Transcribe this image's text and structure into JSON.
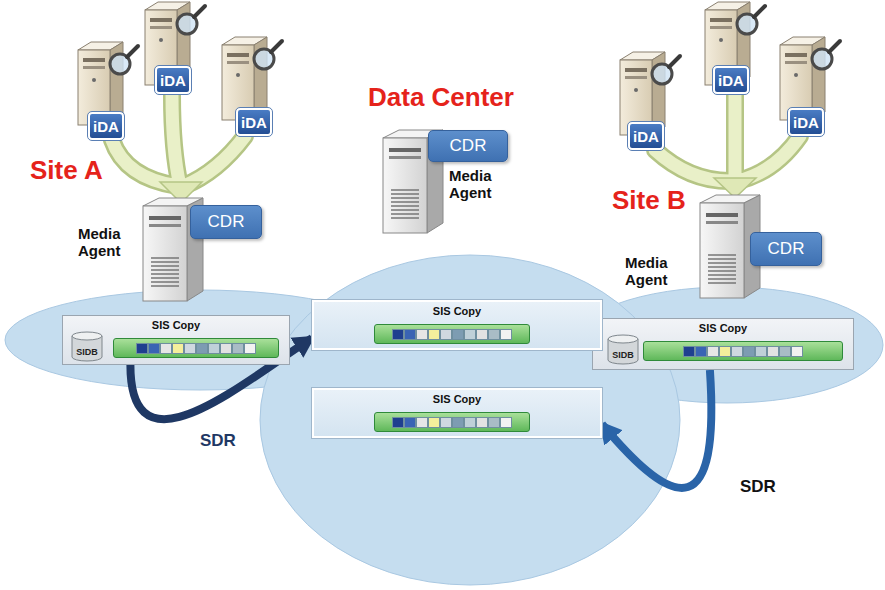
{
  "diagram": {
    "nodes": [
      {
        "text": [
          "iDA"
        ]
      },
      {
        "text": [
          "iDA"
        ]
      },
      {
        "text": [
          "iDA"
        ]
      },
      {
        "text": [
          "iDA"
        ]
      },
      {
        "text": [
          "iDA"
        ]
      },
      {
        "text": [
          "iDA"
        ]
      },
      {
        "text": [
          "CDR"
        ]
      },
      {
        "text": [
          "CDR"
        ]
      },
      {
        "text": [
          "SIS Copy"
        ]
      },
      {
        "text": [
          "SIDB"
        ],
        "in": 8
      },
      {
        "text": [
          "SIS Copy"
        ]
      },
      {
        "text": [
          "SIDB"
        ],
        "in": 10
      },
      {
        "text": [
          "CDR"
        ]
      },
      {
        "text": [
          "SIS Copy"
        ]
      },
      {
        "text": [
          "SIS Copy"
        ]
      }
    ],
    "edges": [
      {
        "from": 8,
        "to": 13,
        "label": "SDR",
        "arrow": "to"
      },
      {
        "from": 10,
        "to": 14,
        "label": "SDR",
        "arrow": "to"
      }
    ],
    "labels": [
      "Site A",
      "Media Agent",
      "Data Center",
      "Media Agent",
      "Site B",
      "Media Agent"
    ]
  }
}
